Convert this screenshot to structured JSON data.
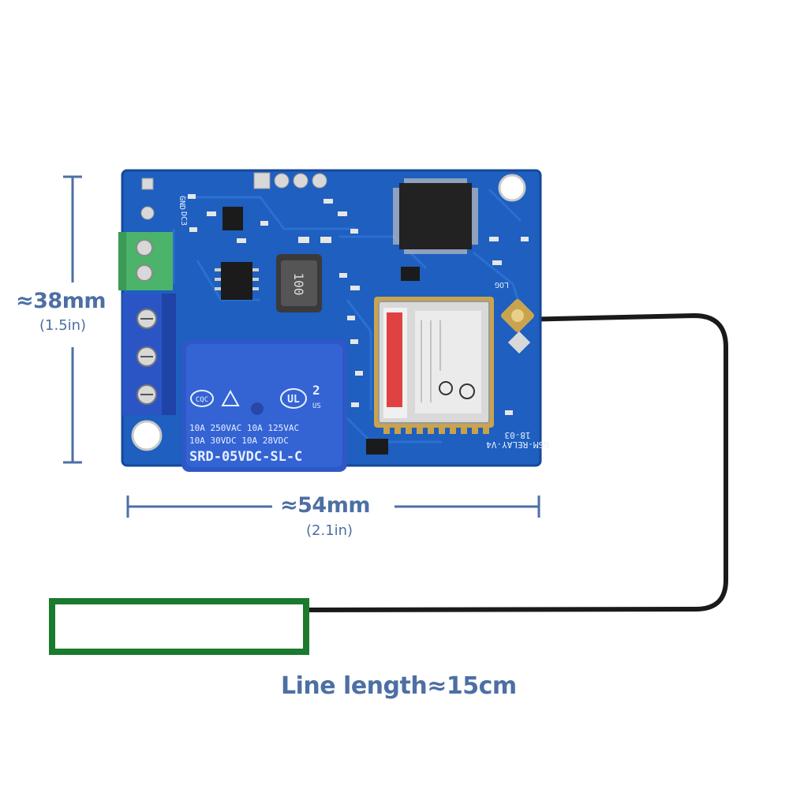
{
  "dimensions": {
    "height": {
      "label": "≈38mm",
      "sub": "(1.5in)"
    },
    "width": {
      "label": "≈54mm",
      "sub": "(2.1in)"
    }
  },
  "caption": "Line length≈15cm",
  "board": {
    "name": "GSM-RELAY-V4",
    "date": "18-03",
    "relay": {
      "line1": "10A 250VAC  10A 125VAC",
      "line2": "10A  30VDC  10A  28VDC",
      "model": "SRD-05VDC-SL-C"
    },
    "inductor": "100",
    "labels": {
      "log": "LOG",
      "gnd": "GND",
      "dc": "DC3"
    }
  },
  "colors": {
    "pcb": "#1e5fbf",
    "terminal_blue": "#2b55c4",
    "terminal_green": "#4bb36a",
    "dimension_line": "#4d6fa3",
    "antenna_frame": "#1a7a2e",
    "cable": "#1a1a1a"
  }
}
